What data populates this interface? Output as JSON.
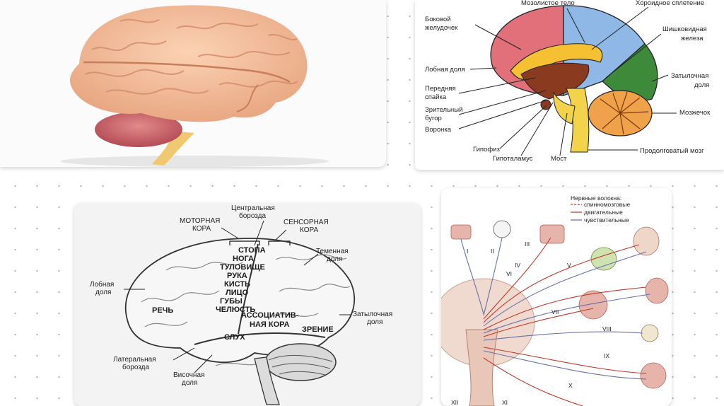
{
  "sagittal": {
    "labels": {
      "corpus_callosum": "Мозолистое тело",
      "choroid_plexus": "Хороидное сплетение",
      "lateral_ventricle_1": "Боковой",
      "lateral_ventricle_2": "желудочек",
      "pineal_1": "Шишковидная",
      "pineal_2": "железа",
      "frontal": "Лобная доля",
      "occipital_1": "Затылочная",
      "occipital_2": "доля",
      "anterior_commissure_1": "Передняя",
      "anterior_commissure_2": "спайка",
      "thalamus_1": "Зрительный",
      "thalamus_2": "бугор",
      "cerebellum": "Мозжечок",
      "infundibulum": "Воронка",
      "pituitary": "Гипофиз",
      "hypothalamus": "Гипоталамус",
      "pons": "Мост",
      "medulla": "Продолговатый мозг"
    }
  },
  "cortex": {
    "labels": {
      "central_sulcus_1": "Центральная",
      "central_sulcus_2": "борозда",
      "motor_1": "МОТОРНАЯ",
      "motor_2": "КОРА",
      "sensory_1": "СЕНСОРНАЯ",
      "sensory_2": "КОРА",
      "parietal_1": "Теменная",
      "parietal_2": "доля",
      "frontal_1": "Лобная",
      "frontal_2": "доля",
      "occipital_1": "Затылочная",
      "occipital_2": "доля",
      "lateral_sulcus_1": "Латеральная",
      "lateral_sulcus_2": "борозда",
      "temporal_1": "Височная",
      "temporal_2": "доля",
      "foot": "СТОПА",
      "leg": "НОГА",
      "trunk": "ТУЛОВИЩЕ",
      "arm": "РУКА",
      "hand": "КИСТЬ",
      "face": "ЛИЦО",
      "lips": "ГУБЫ",
      "jaw": "ЧЕЛЮСТЬ",
      "speech": "РЕЧЬ",
      "assoc_1": "АССОЦИАТИВ-",
      "assoc_2": "НАЯ КОРА",
      "vision": "ЗРЕНИЕ",
      "hearing": "СЛУХ"
    }
  },
  "nerves": {
    "legend_title": "Нервные волокна:",
    "legend": [
      "спинномозговые",
      "двигательные",
      "чувствительные"
    ],
    "numerals": [
      "I",
      "II",
      "III",
      "IV",
      "V",
      "VI",
      "VII",
      "VIII",
      "IX",
      "X",
      "XI",
      "XII"
    ],
    "colors": {
      "spinal": "#c0392b",
      "motor": "#c0392b",
      "sensory": "#6a6fa8"
    }
  }
}
